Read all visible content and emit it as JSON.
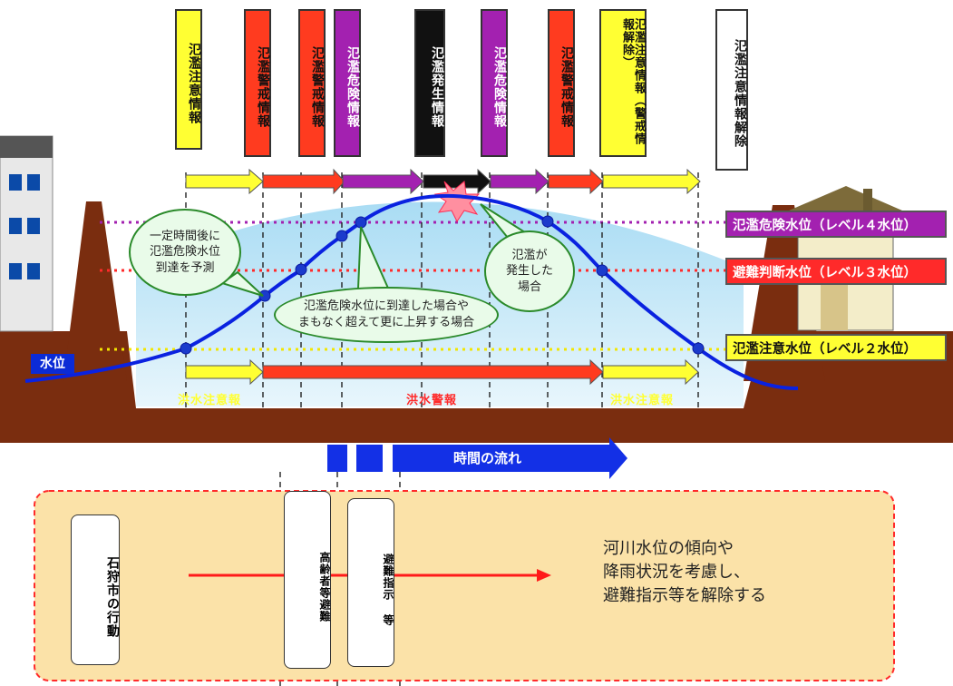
{
  "notices": [
    {
      "label": "氾濫注意情報",
      "fill": "#ffff33",
      "color": "#111"
    },
    {
      "label": "氾濫警戒情報",
      "fill": "#ff3b1f",
      "color": "#111"
    },
    {
      "label": "氾濫警戒情報",
      "fill": "#ff3b1f",
      "color": "#111"
    },
    {
      "label": "氾濫危険情報",
      "fill": "#a321b0",
      "color": "#fff"
    },
    {
      "label": "氾濫発生情報",
      "fill": "#111111",
      "color": "#fff"
    },
    {
      "label": "氾濫危険情報",
      "fill": "#a321b0",
      "color": "#fff"
    },
    {
      "label": "氾濫警戒情報",
      "fill": "#ff3b1f",
      "color": "#111"
    },
    {
      "label": "氾濫注意情報（警戒情報解除）",
      "fill": "#ffff33",
      "color": "#111"
    },
    {
      "label": "氾濫注意情報解除",
      "fill": "#ffffff",
      "color": "#111"
    }
  ],
  "levels": {
    "level4": {
      "label": "氾濫危険水位（レベル４水位）",
      "color": "#a321b0"
    },
    "level3": {
      "label": "避難判断水位（レベル３水位）",
      "color": "#ff2a2a"
    },
    "level2": {
      "label": "氾濫注意水位（レベル２水位）",
      "color": "#ffff33"
    }
  },
  "water_label": "水位",
  "bubbles": {
    "predict": "一定時間後に\n氾濫危険水位\n到達を予測",
    "reached": "氾濫危険水位に到達した場合や\nまもなく超えて更に上昇する場合",
    "flood": "氾濫が\n発生した\n場合"
  },
  "flood_bands": {
    "advisory": "洪水注意報",
    "warning": "洪水警報"
  },
  "time_flow": "時間の流れ",
  "city_action": {
    "label": "石狩市の行動",
    "box1": "高齢者等避難",
    "box2": "避難指示 等",
    "note": "河川水位の傾向や\n降雨状況を考慮し、\n避難指示等を解除する"
  }
}
